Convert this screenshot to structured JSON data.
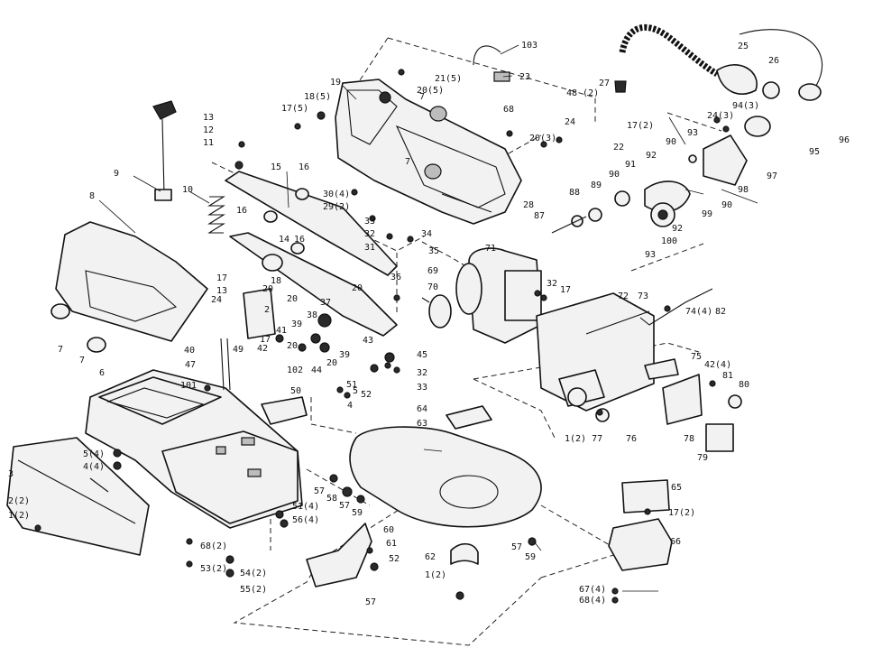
{
  "callouts": [
    {
      "id": "c103",
      "text": "103"
    },
    {
      "id": "c23",
      "text": "23"
    },
    {
      "id": "c25",
      "text": "25"
    },
    {
      "id": "c26",
      "text": "26"
    },
    {
      "id": "c27",
      "text": "27"
    },
    {
      "id": "c96",
      "text": "96"
    },
    {
      "id": "c95",
      "text": "95"
    },
    {
      "id": "c97",
      "text": "97"
    },
    {
      "id": "c98",
      "text": "98"
    },
    {
      "id": "c99",
      "text": "99"
    },
    {
      "id": "c100",
      "text": "100"
    },
    {
      "id": "c93a",
      "text": "93"
    },
    {
      "id": "c93b",
      "text": "93"
    },
    {
      "id": "c90a",
      "text": "90"
    },
    {
      "id": "c90b",
      "text": "90"
    },
    {
      "id": "c90c",
      "text": "90"
    },
    {
      "id": "c91",
      "text": "91"
    },
    {
      "id": "c92a",
      "text": "92"
    },
    {
      "id": "c92b",
      "text": "92"
    },
    {
      "id": "c89",
      "text": "89"
    },
    {
      "id": "c88",
      "text": "88"
    },
    {
      "id": "c87",
      "text": "87"
    },
    {
      "id": "c94",
      "text": "94(3)"
    },
    {
      "id": "c24b",
      "text": "24(3)"
    },
    {
      "id": "c22",
      "text": "22"
    },
    {
      "id": "c17_2",
      "text": "17(2)"
    },
    {
      "id": "c20_3",
      "text": "20(3)"
    },
    {
      "id": "c24",
      "text": "24"
    },
    {
      "id": "c48",
      "text": "48 (2)"
    },
    {
      "id": "c68",
      "text": "68"
    },
    {
      "id": "c21_5",
      "text": "21(5)"
    },
    {
      "id": "c20_5",
      "text": "20(5)"
    },
    {
      "id": "c19",
      "text": "19"
    },
    {
      "id": "c18_5",
      "text": "18(5)"
    },
    {
      "id": "c17_5",
      "text": "17(5)"
    },
    {
      "id": "c7a",
      "text": "7"
    },
    {
      "id": "c7b",
      "text": "7"
    },
    {
      "id": "c7c",
      "text": "7"
    },
    {
      "id": "c7d",
      "text": "7"
    },
    {
      "id": "c13a",
      "text": "13"
    },
    {
      "id": "c12",
      "text": "12"
    },
    {
      "id": "c11",
      "text": "11"
    },
    {
      "id": "c9",
      "text": "9"
    },
    {
      "id": "c8",
      "text": "8"
    },
    {
      "id": "c10",
      "text": "10"
    },
    {
      "id": "c15",
      "text": "15"
    },
    {
      "id": "c16a",
      "text": "16"
    },
    {
      "id": "c16b",
      "text": "16"
    },
    {
      "id": "c16c",
      "text": "16"
    },
    {
      "id": "c14",
      "text": "14"
    },
    {
      "id": "c30",
      "text": "30(4)"
    },
    {
      "id": "c29",
      "text": "29(2)"
    },
    {
      "id": "c33a",
      "text": "33"
    },
    {
      "id": "c32a",
      "text": "32"
    },
    {
      "id": "c34",
      "text": "34"
    },
    {
      "id": "c31",
      "text": "31"
    },
    {
      "id": "c35",
      "text": "35"
    },
    {
      "id": "c36",
      "text": "36"
    },
    {
      "id": "c28",
      "text": "28"
    },
    {
      "id": "c71",
      "text": "71"
    },
    {
      "id": "c69",
      "text": "69"
    },
    {
      "id": "c70",
      "text": "70"
    },
    {
      "id": "c32b",
      "text": "32"
    },
    {
      "id": "c17b",
      "text": "17"
    },
    {
      "id": "c72",
      "text": "72"
    },
    {
      "id": "c73",
      "text": "73"
    },
    {
      "id": "c74",
      "text": "74(4)"
    },
    {
      "id": "c82",
      "text": "82"
    },
    {
      "id": "c17c",
      "text": "17"
    },
    {
      "id": "c13b",
      "text": "13"
    },
    {
      "id": "c18",
      "text": "18"
    },
    {
      "id": "c20a",
      "text": "20"
    },
    {
      "id": "c20b",
      "text": "20"
    },
    {
      "id": "c20c",
      "text": "20"
    },
    {
      "id": "c20d",
      "text": "20"
    },
    {
      "id": "c20e",
      "text": "20"
    },
    {
      "id": "c2",
      "text": "2"
    },
    {
      "id": "c24c",
      "text": "24"
    },
    {
      "id": "c37",
      "text": "37"
    },
    {
      "id": "c38",
      "text": "38"
    },
    {
      "id": "c39a",
      "text": "39"
    },
    {
      "id": "c39b",
      "text": "39"
    },
    {
      "id": "c41",
      "text": "41"
    },
    {
      "id": "c42",
      "text": "42"
    },
    {
      "id": "c17d",
      "text": "17"
    },
    {
      "id": "c43",
      "text": "43"
    },
    {
      "id": "c45",
      "text": "45"
    },
    {
      "id": "c44",
      "text": "44"
    },
    {
      "id": "c40",
      "text": "40"
    },
    {
      "id": "c49",
      "text": "49"
    },
    {
      "id": "c47",
      "text": "47"
    },
    {
      "id": "c102",
      "text": "102"
    },
    {
      "id": "c32c",
      "text": "32"
    },
    {
      "id": "c33b",
      "text": "33"
    },
    {
      "id": "c101",
      "text": "101"
    },
    {
      "id": "c50",
      "text": "50"
    },
    {
      "id": "c51",
      "text": "51"
    },
    {
      "id": "c5a",
      "text": "5"
    },
    {
      "id": "c52a",
      "text": "52"
    },
    {
      "id": "c4",
      "text": "4"
    },
    {
      "id": "c6",
      "text": "6"
    },
    {
      "id": "c5_4",
      "text": "5(4)"
    },
    {
      "id": "c4_4",
      "text": "4(4)"
    },
    {
      "id": "c3",
      "text": "3"
    },
    {
      "id": "c2_2",
      "text": "2(2)"
    },
    {
      "id": "c1_2",
      "text": "1(2)"
    },
    {
      "id": "c64",
      "text": "64"
    },
    {
      "id": "c63",
      "text": "63"
    },
    {
      "id": "c75",
      "text": "75"
    },
    {
      "id": "c42_4",
      "text": "42(4)"
    },
    {
      "id": "c81",
      "text": "81"
    },
    {
      "id": "c80",
      "text": "80"
    },
    {
      "id": "c76",
      "text": "76"
    },
    {
      "id": "c77",
      "text": "1(2) 77"
    },
    {
      "id": "c78",
      "text": "78"
    },
    {
      "id": "c79",
      "text": "79"
    },
    {
      "id": "c65",
      "text": "65"
    },
    {
      "id": "c17_2b",
      "text": "17(2)"
    },
    {
      "id": "c66",
      "text": "66"
    },
    {
      "id": "c57a",
      "text": "57"
    },
    {
      "id": "c58",
      "text": "58"
    },
    {
      "id": "c57b",
      "text": "57"
    },
    {
      "id": "c59a",
      "text": "59"
    },
    {
      "id": "c57c",
      "text": "57"
    },
    {
      "id": "c59b",
      "text": "59"
    },
    {
      "id": "c51_4",
      "text": "51(4)"
    },
    {
      "id": "c56",
      "text": "56(4)"
    },
    {
      "id": "c60",
      "text": "60"
    },
    {
      "id": "c61",
      "text": "61"
    },
    {
      "id": "c52b",
      "text": "52"
    },
    {
      "id": "c57d",
      "text": "57"
    },
    {
      "id": "c62",
      "text": "62"
    },
    {
      "id": "c1_2b",
      "text": "1(2)"
    },
    {
      "id": "c67",
      "text": "67(4)"
    },
    {
      "id": "c68_4",
      "text": "68(4)"
    },
    {
      "id": "c68_2",
      "text": "68(2)"
    },
    {
      "id": "c53",
      "text": "53(2)"
    },
    {
      "id": "c54",
      "text": "54(2)"
    },
    {
      "id": "c55",
      "text": "55(2)"
    }
  ]
}
